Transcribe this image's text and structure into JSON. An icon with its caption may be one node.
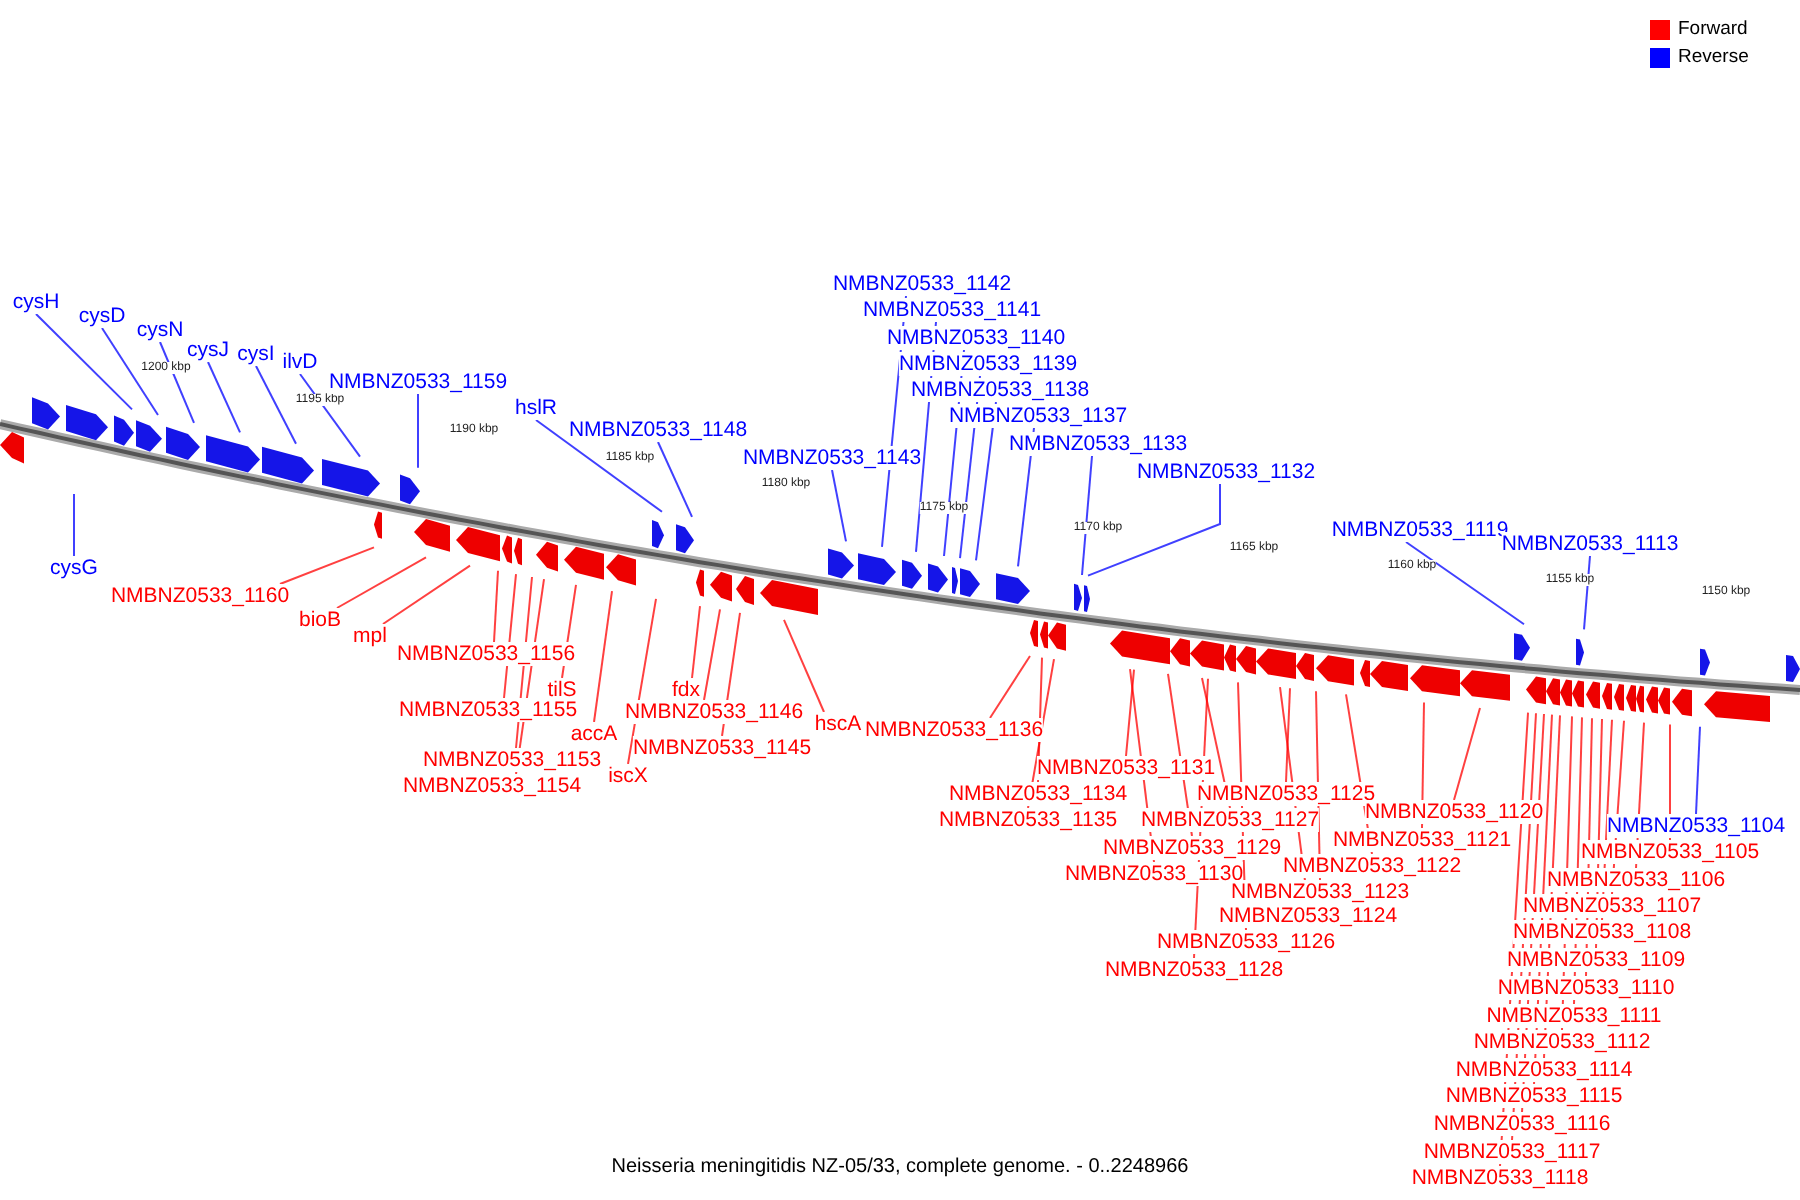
{
  "diagram": {
    "caption": "Neisseria meningitidis NZ-05/33, complete genome. - 0..2248966",
    "nodes": [
      {
        "text": [
          "cysH"
        ]
      },
      {
        "text": [
          "cysD"
        ]
      },
      {
        "text": [
          "cysN"
        ]
      },
      {
        "text": [
          "cysJ"
        ]
      },
      {
        "text": [
          "cysI"
        ]
      },
      {
        "text": [
          "ilvD"
        ]
      },
      {
        "text": [
          "NMBNZ0533_1159"
        ]
      },
      {
        "text": [
          "hslR"
        ]
      },
      {
        "text": [
          "NMBNZ0533_1148"
        ]
      },
      {
        "text": [
          "NMBNZ0533_1142"
        ]
      },
      {
        "text": [
          "NMBNZ0533_1141"
        ]
      },
      {
        "text": [
          "NMBNZ0533_1140"
        ]
      },
      {
        "text": [
          "NMBNZ0533_1139"
        ]
      },
      {
        "text": [
          "NMBNZ0533_1138"
        ]
      },
      {
        "text": [
          "NMBNZ0533_1137"
        ]
      },
      {
        "text": [
          "NMBNZ0533_1143"
        ]
      },
      {
        "text": [
          "NMBNZ0533_1133"
        ]
      },
      {
        "text": [
          "NMBNZ0533_1132"
        ]
      },
      {
        "text": [
          "NMBNZ0533_1119"
        ]
      },
      {
        "text": [
          "NMBNZ0533_1113"
        ]
      },
      {
        "text": [
          "cysG"
        ]
      },
      {
        "text": [
          "NMBNZ0533_1160"
        ]
      },
      {
        "text": [
          "bioB"
        ]
      },
      {
        "text": [
          "mpl"
        ]
      },
      {
        "text": [
          "NMBNZ0533_1156"
        ]
      },
      {
        "text": [
          "tilS"
        ]
      },
      {
        "text": [
          "fdx"
        ]
      },
      {
        "text": [
          "NMBNZ0533_1146"
        ]
      },
      {
        "text": [
          "NMBNZ0533_1155"
        ]
      },
      {
        "text": [
          "hscA"
        ]
      },
      {
        "text": [
          "NMBNZ0533_1136"
        ]
      },
      {
        "text": [
          "accA"
        ]
      },
      {
        "text": [
          "NMBNZ0533_1145"
        ]
      },
      {
        "text": [
          "NMBNZ0533_1153"
        ]
      },
      {
        "text": [
          "iscX"
        ]
      },
      {
        "text": [
          "NMBNZ0533_1154"
        ]
      },
      {
        "text": [
          "NMBNZ0533_1131"
        ]
      },
      {
        "text": [
          "NMBNZ0533_1134"
        ]
      },
      {
        "text": [
          "NMBNZ0533_1125"
        ]
      },
      {
        "text": [
          "NMBNZ0533_1120"
        ]
      },
      {
        "text": [
          "NMBNZ0533_1135"
        ]
      },
      {
        "text": [
          "NMBNZ0533_1127"
        ]
      },
      {
        "text": [
          "NMBNZ0533_1104"
        ]
      },
      {
        "text": [
          "NMBNZ0533_1121"
        ]
      },
      {
        "text": [
          "NMBNZ0533_1129"
        ]
      },
      {
        "text": [
          "NMBNZ0533_1105"
        ]
      },
      {
        "text": [
          "NMBNZ0533_1122"
        ]
      },
      {
        "text": [
          "NMBNZ0533_1130"
        ]
      },
      {
        "text": [
          "NMBNZ0533_1106"
        ]
      },
      {
        "text": [
          "NMBNZ0533_1123"
        ]
      },
      {
        "text": [
          "NMBNZ0533_1107"
        ]
      },
      {
        "text": [
          "NMBNZ0533_1124"
        ]
      },
      {
        "text": [
          "NMBNZ0533_1108"
        ]
      },
      {
        "text": [
          "NMBNZ0533_1126"
        ]
      },
      {
        "text": [
          "NMBNZ0533_1109"
        ]
      },
      {
        "text": [
          "NMBNZ0533_1128"
        ]
      },
      {
        "text": [
          "NMBNZ0533_1110"
        ]
      },
      {
        "text": [
          "NMBNZ0533_1111"
        ]
      },
      {
        "text": [
          "NMBNZ0533_1112"
        ]
      },
      {
        "text": [
          "NMBNZ0533_1114"
        ]
      },
      {
        "text": [
          "NMBNZ0533_1115"
        ]
      },
      {
        "text": [
          "NMBNZ0533_1116"
        ]
      },
      {
        "text": [
          "NMBNZ0533_1117"
        ]
      },
      {
        "text": [
          "NMBNZ0533_1118"
        ]
      }
    ],
    "edges": [
      {
        "from": 0,
        "to": null,
        "arrow": "none",
        "color": "#0000ff"
      },
      {
        "from": 1,
        "to": null,
        "arrow": "none",
        "color": "#0000ff"
      },
      {
        "from": 2,
        "to": null,
        "arrow": "none",
        "color": "#0000ff"
      },
      {
        "from": 3,
        "to": null,
        "arrow": "none",
        "color": "#0000ff"
      },
      {
        "from": 4,
        "to": null,
        "arrow": "none",
        "color": "#0000ff"
      },
      {
        "from": 5,
        "to": null,
        "arrow": "none",
        "color": "#0000ff"
      },
      {
        "from": 6,
        "to": null,
        "arrow": "none",
        "color": "#0000ff"
      },
      {
        "from": 7,
        "to": null,
        "arrow": "none",
        "color": "#0000ff"
      },
      {
        "from": 8,
        "to": null,
        "arrow": "none",
        "color": "#0000ff"
      },
      {
        "from": 9,
        "to": null,
        "arrow": "none",
        "color": "#0000ff"
      },
      {
        "from": 10,
        "to": null,
        "arrow": "none",
        "color": "#0000ff"
      },
      {
        "from": 11,
        "to": null,
        "arrow": "none",
        "color": "#0000ff"
      },
      {
        "from": 12,
        "to": null,
        "arrow": "none",
        "color": "#0000ff"
      },
      {
        "from": 13,
        "to": null,
        "arrow": "none",
        "color": "#0000ff"
      },
      {
        "from": 14,
        "to": null,
        "arrow": "none",
        "color": "#0000ff"
      },
      {
        "from": 15,
        "to": null,
        "arrow": "none",
        "color": "#0000ff"
      },
      {
        "from": 16,
        "to": null,
        "arrow": "none",
        "color": "#0000ff"
      },
      {
        "from": 17,
        "to": null,
        "arrow": "none",
        "color": "#0000ff"
      },
      {
        "from": 18,
        "to": null,
        "arrow": "none",
        "color": "#0000ff"
      },
      {
        "from": 19,
        "to": null,
        "arrow": "none",
        "color": "#0000ff"
      },
      {
        "from": 20,
        "to": null,
        "arrow": "none",
        "color": "#0000ff"
      },
      {
        "from": 21,
        "to": null,
        "arrow": "none"
      },
      {
        "from": 22,
        "to": null,
        "arrow": "none"
      },
      {
        "from": 23,
        "to": null,
        "arrow": "none"
      },
      {
        "from": 24,
        "to": null,
        "arrow": "none"
      },
      {
        "from": 25,
        "to": null,
        "arrow": "none"
      },
      {
        "from": 26,
        "to": null,
        "arrow": "none"
      },
      {
        "from": 27,
        "to": null,
        "arrow": "none"
      },
      {
        "from": 28,
        "to": null,
        "arrow": "none"
      },
      {
        "from": 29,
        "to": null,
        "arrow": "none"
      },
      {
        "from": 30,
        "to": null,
        "arrow": "none"
      },
      {
        "from": 31,
        "to": null,
        "arrow": "none"
      },
      {
        "from": 32,
        "to": null,
        "arrow": "none"
      },
      {
        "from": 33,
        "to": null,
        "arrow": "none"
      },
      {
        "from": 34,
        "to": null,
        "arrow": "none"
      },
      {
        "from": 35,
        "to": null,
        "arrow": "none"
      },
      {
        "from": 36,
        "to": null,
        "arrow": "none"
      },
      {
        "from": 37,
        "to": null,
        "arrow": "none"
      },
      {
        "from": 38,
        "to": null,
        "arrow": "none"
      },
      {
        "from": 39,
        "to": null,
        "arrow": "none"
      },
      {
        "from": 40,
        "to": null,
        "arrow": "none"
      },
      {
        "from": 41,
        "to": null,
        "arrow": "none"
      },
      {
        "from": 42,
        "to": null,
        "arrow": "none",
        "color": "#0000ff"
      },
      {
        "from": 43,
        "to": null,
        "arrow": "none"
      },
      {
        "from": 44,
        "to": null,
        "arrow": "none"
      },
      {
        "from": 45,
        "to": null,
        "arrow": "none"
      },
      {
        "from": 46,
        "to": null,
        "arrow": "none"
      },
      {
        "from": 47,
        "to": null,
        "arrow": "none"
      },
      {
        "from": 48,
        "to": null,
        "arrow": "none"
      },
      {
        "from": 49,
        "to": null,
        "arrow": "none"
      },
      {
        "from": 50,
        "to": null,
        "arrow": "none"
      },
      {
        "from": 51,
        "to": null,
        "arrow": "none"
      },
      {
        "from": 52,
        "to": null,
        "arrow": "none"
      },
      {
        "from": 53,
        "to": null,
        "arrow": "none"
      },
      {
        "from": 54,
        "to": null,
        "arrow": "none"
      },
      {
        "from": 55,
        "to": null,
        "arrow": "none"
      },
      {
        "from": 56,
        "to": null,
        "arrow": "none"
      },
      {
        "from": 57,
        "to": null,
        "arrow": "none"
      },
      {
        "from": 58,
        "to": null,
        "arrow": "none"
      },
      {
        "from": 59,
        "to": null,
        "arrow": "none"
      },
      {
        "from": 60,
        "to": null,
        "arrow": "none"
      },
      {
        "from": 61,
        "to": null,
        "arrow": "none"
      },
      {
        "from": 62,
        "to": null,
        "arrow": "none"
      },
      {
        "from": 63,
        "to": null,
        "arrow": "none"
      }
    ],
    "labels": [
      "1200 kbp",
      "1195 kbp",
      "1190 kbp",
      "1185 kbp",
      "1180 kbp",
      "1175 kbp",
      "1170 kbp",
      "1165 kbp",
      "1160 kbp",
      "1155 kbp",
      "1150 kbp"
    ],
    "legend": [
      {
        "text": "Forward",
        "color": "#ff0000"
      },
      {
        "text": "Reverse",
        "color": "#0000ff"
      }
    ]
  }
}
